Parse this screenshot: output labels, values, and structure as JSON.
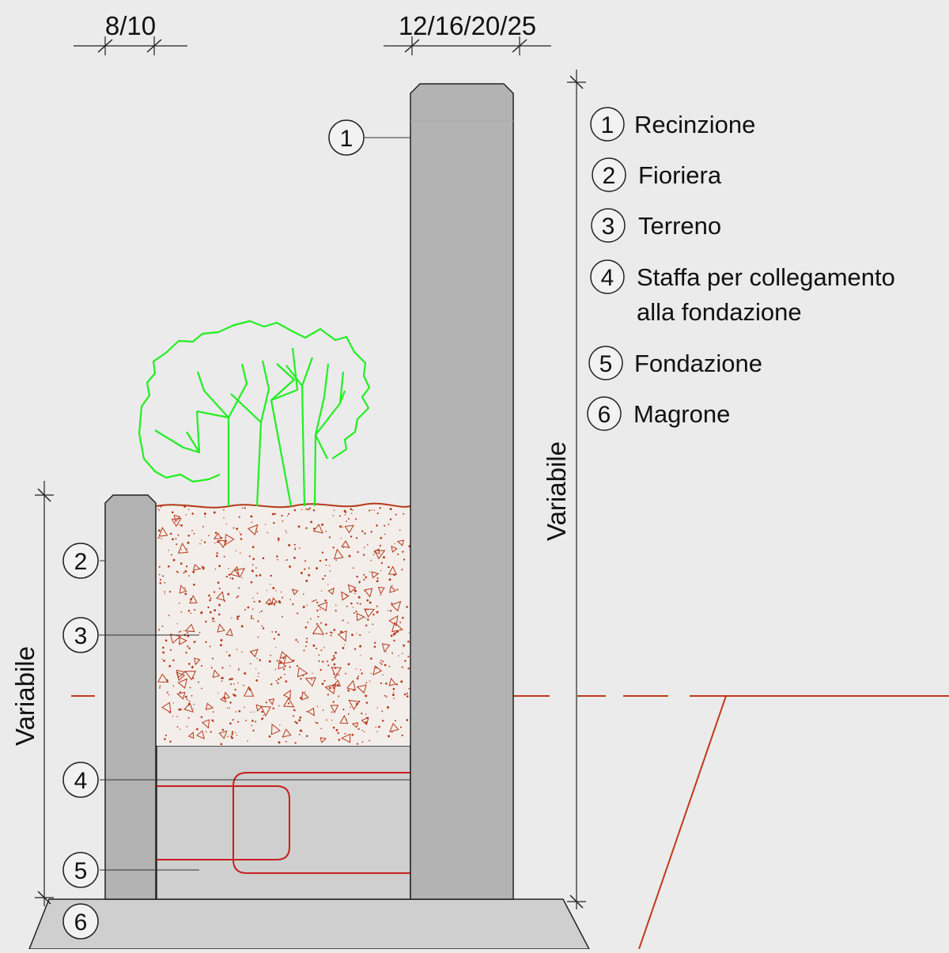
{
  "dimensions": {
    "planter_wall_thickness": "8/10",
    "fence_wall_thickness": "12/16/20/25",
    "fence_height": "Variabile",
    "planter_height": "Variabile"
  },
  "callouts": [
    "1",
    "2",
    "3",
    "4",
    "5",
    "6"
  ],
  "legend": [
    {
      "num": "1",
      "lines": [
        "Recinzione"
      ]
    },
    {
      "num": "2",
      "lines": [
        "Fioriera"
      ]
    },
    {
      "num": "3",
      "lines": [
        "Terreno"
      ]
    },
    {
      "num": "4",
      "lines": [
        "Staffa per collegamento",
        "alla fondazione"
      ]
    },
    {
      "num": "5",
      "lines": [
        "Fondazione"
      ]
    },
    {
      "num": "6",
      "lines": [
        "Magrone"
      ]
    }
  ],
  "colors": {
    "background": "#ebebeb",
    "concrete_wall": "#b3b3b3",
    "foundation": "#cfcfcf",
    "soil_dots": "#b5391a",
    "rebar": "#c81e1e",
    "ground_line": "#c0391b",
    "plant": "#22ee22",
    "line": "#111111"
  }
}
